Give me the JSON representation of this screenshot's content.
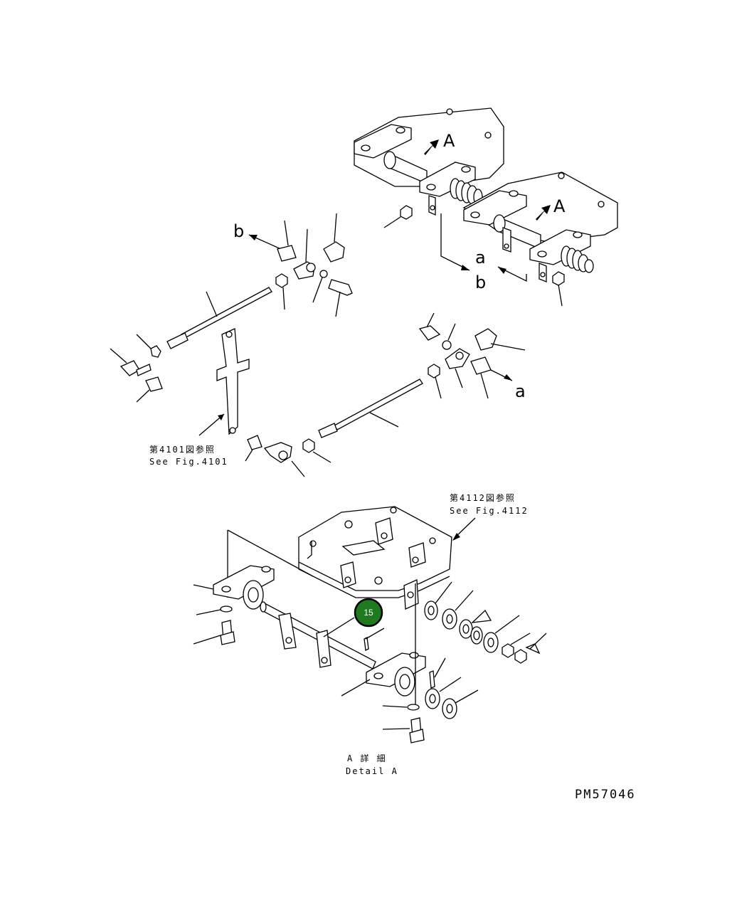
{
  "diagram": {
    "view_labels": {
      "arrow_A_1": "A",
      "arrow_A_2": "A"
    },
    "connection_labels": {
      "a_top": "a",
      "b_top": "b",
      "b_left": "b",
      "a_right": "a"
    },
    "reference_left": {
      "jp": "第4101図参照",
      "en": "See Fig.4101"
    },
    "reference_right": {
      "jp": "第4112図参照",
      "en": "See Fig.4112"
    },
    "detail": {
      "jp": "A 詳 細",
      "en": "Detail A"
    },
    "callout_badge": {
      "number": "15",
      "color": "#1f7a1f"
    },
    "drawing_code": "PM57046"
  }
}
